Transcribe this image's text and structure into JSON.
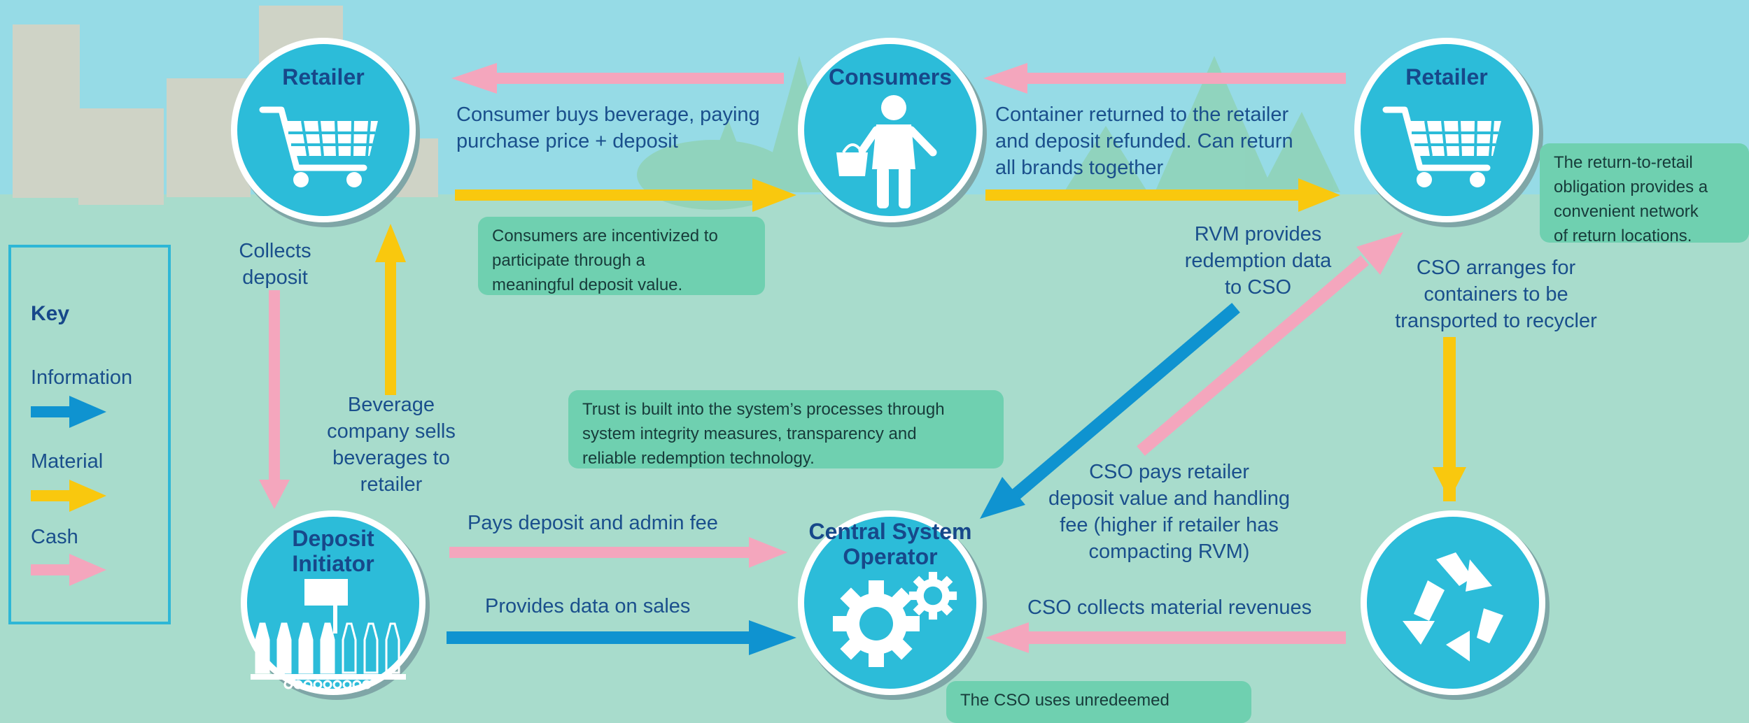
{
  "nodes": {
    "retailer_left": "Retailer",
    "consumers": "Consumers",
    "retailer_right": "Retailer",
    "deposit_initiator": "Deposit\nInitiator",
    "cso": "Central System\nOperator"
  },
  "labels": {
    "consumer_buys": "Consumer buys beverage, paying\npurchase price + deposit",
    "container_returned": "Container returned to the retailer\nand deposit refunded. Can return\nall brands together",
    "collects_deposit": "Collects\ndeposit",
    "beverage_company": "Beverage\ncompany sells\nbeverages to\nretailer",
    "rvm_provides": "RVM provides\nredemption data\nto CSO",
    "cso_arranges": "CSO arranges for\ncontainers to be\ntransported to recycler",
    "cso_pays": "CSO pays retailer\ndeposit value and handling\nfee (higher if retailer has\ncompacting RVM)",
    "pays_deposit": "Pays deposit and admin fee",
    "provides_data": "Provides data on sales",
    "cso_collects": "CSO collects material revenues"
  },
  "notes": {
    "incentivized": "Consumers are incentivized to\nparticipate through a\nmeaningful deposit value.",
    "return_to_retail": "The return-to-retail\nobligation provides a\nconvenient network\nof return locations.",
    "trust": "Trust is built into the system’s processes through\nsystem integrity measures, transparency and\nreliable redemption technology.",
    "cso_uses": "The CSO uses unredeemed"
  },
  "key": {
    "title": "Key",
    "information": "Information",
    "material": "Material",
    "cash": "Cash"
  },
  "colors": {
    "information": "#0f93d0",
    "material": "#f9c80e",
    "cash": "#f4a6bd",
    "circle": "#2cbcd9",
    "sky": "#96dbe6",
    "ground": "#a8dccc",
    "note": "#6fd0b0",
    "text": "#1a4f8c"
  },
  "icons": {
    "retailer_left": "shopping-cart-icon",
    "consumers": "person-with-basket-icon",
    "retailer_right": "shopping-cart-icon",
    "deposit_initiator": "bottling-line-icon",
    "cso": "gears-icon",
    "recycler": "recycle-icon"
  }
}
